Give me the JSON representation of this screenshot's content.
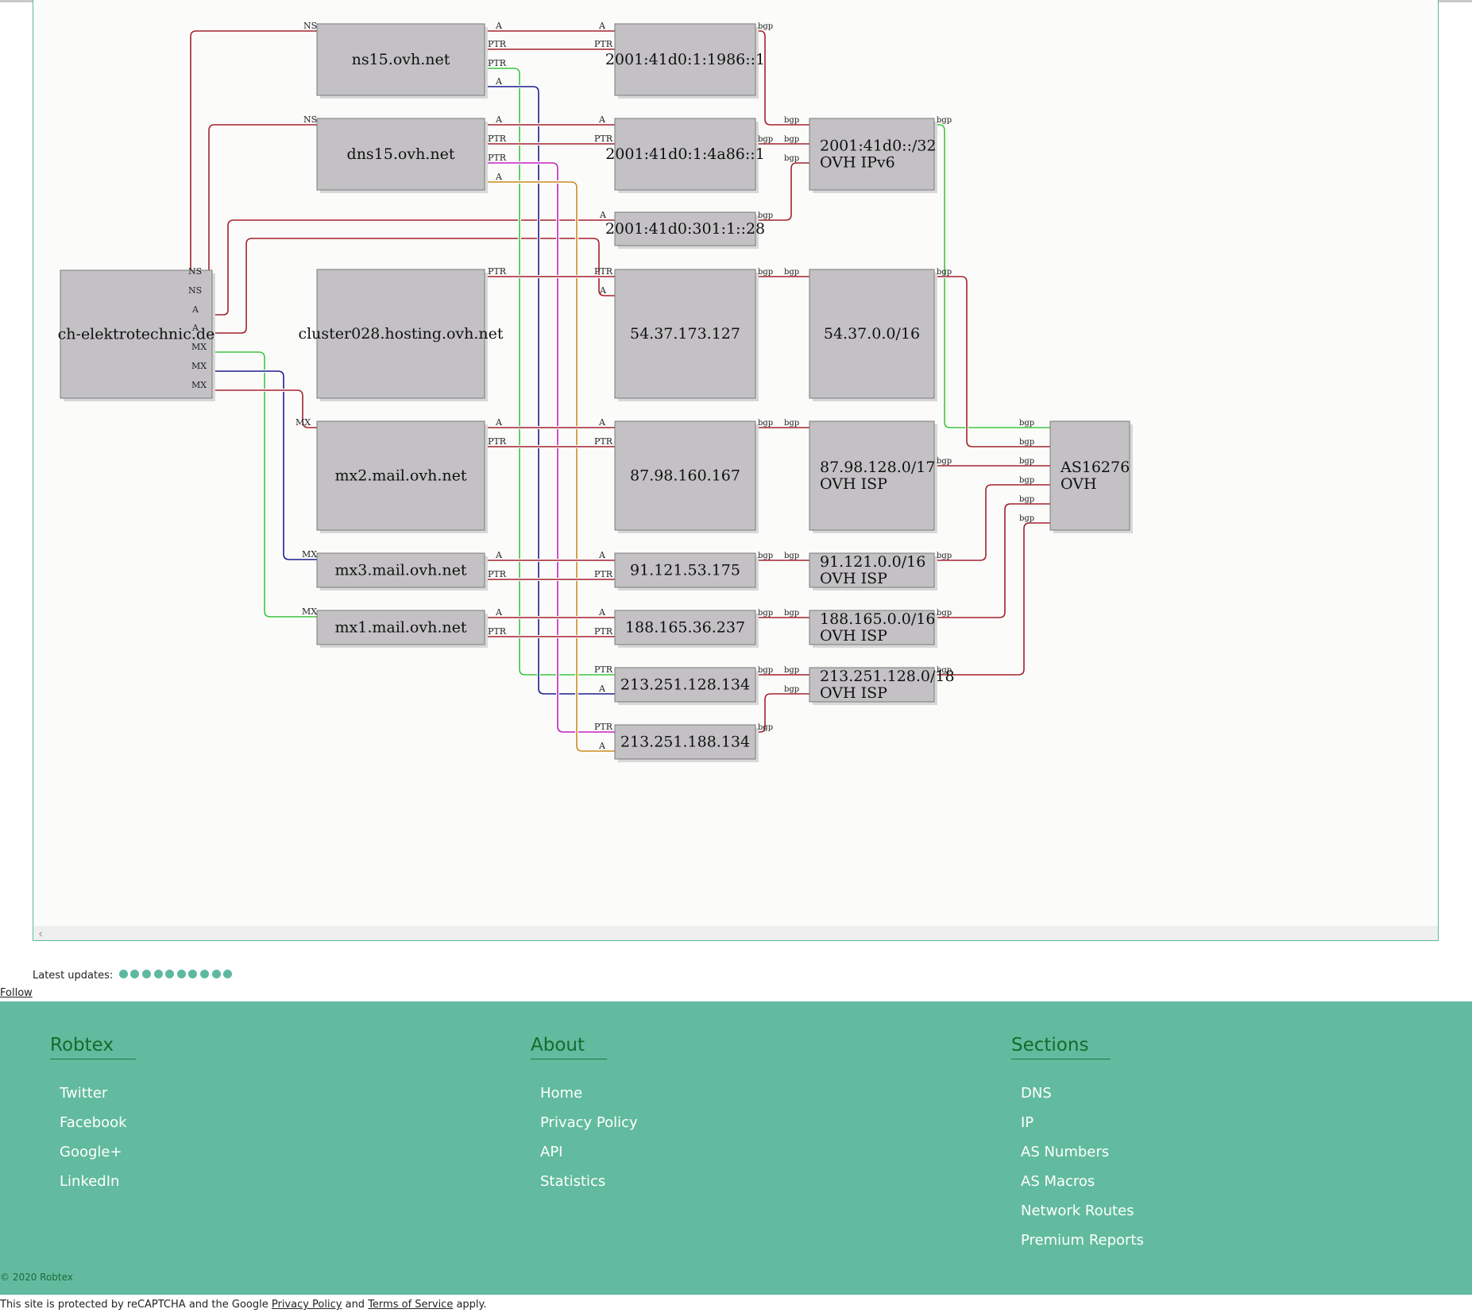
{
  "graph": {
    "nodes": [
      {
        "id": "ns15",
        "label": [
          "ns15.ovh.net"
        ]
      },
      {
        "id": "dns15",
        "label": [
          "dns15.ovh.net"
        ]
      },
      {
        "id": "cluster",
        "label": [
          "cluster028.hosting.ovh.net"
        ]
      },
      {
        "id": "mx2",
        "label": [
          "mx2.mail.ovh.net"
        ]
      },
      {
        "id": "mx3",
        "label": [
          "mx3.mail.ovh.net"
        ]
      },
      {
        "id": "mx1",
        "label": [
          "mx1.mail.ovh.net"
        ]
      },
      {
        "id": "domain",
        "label": [
          "ch-elektrotechnic.de"
        ]
      },
      {
        "id": "ip6a",
        "label": [
          "2001:41d0:1:1986::1"
        ]
      },
      {
        "id": "ip6b",
        "label": [
          "2001:41d0:1:4a86::1"
        ]
      },
      {
        "id": "ip6c",
        "label": [
          "2001:41d0:301:1::28"
        ]
      },
      {
        "id": "ip54",
        "label": [
          "54.37.173.127"
        ]
      },
      {
        "id": "ip87",
        "label": [
          "87.98.160.167"
        ]
      },
      {
        "id": "ip91",
        "label": [
          "91.121.53.175"
        ]
      },
      {
        "id": "ip188",
        "label": [
          "188.165.36.237"
        ]
      },
      {
        "id": "ip213a",
        "label": [
          "213.251.128.134"
        ]
      },
      {
        "id": "ip213b",
        "label": [
          "213.251.188.134"
        ]
      },
      {
        "id": "net6",
        "label": [
          "2001:41d0::/32",
          "OVH IPv6"
        ]
      },
      {
        "id": "net54",
        "label": [
          "54.37.0.0/16"
        ]
      },
      {
        "id": "net87",
        "label": [
          "87.98.128.0/17",
          "OVH ISP"
        ]
      },
      {
        "id": "net91",
        "label": [
          "91.121.0.0/16",
          "OVH ISP"
        ]
      },
      {
        "id": "net188",
        "label": [
          "188.165.0.0/16",
          "OVH ISP"
        ]
      },
      {
        "id": "net213",
        "label": [
          "213.251.128.0/18",
          "OVH ISP"
        ]
      },
      {
        "id": "as",
        "label": [
          "AS16276",
          "OVH"
        ]
      }
    ],
    "edges": [
      {
        "id": "e-ns1",
        "color": "#a0202a"
      },
      {
        "id": "e-ns2",
        "color": "#a0202a"
      },
      {
        "id": "e-a1",
        "color": "#a0202a"
      },
      {
        "id": "e-a2",
        "color": "#a0202a"
      },
      {
        "id": "e-mx-green",
        "color": "#3cc43c"
      },
      {
        "id": "e-mx-blue",
        "color": "#1c1c8c"
      },
      {
        "id": "e-mx-red",
        "color": "#a0202a"
      },
      {
        "id": "e-ns15-a",
        "color": "#a0202a"
      },
      {
        "id": "e-ns15-ptr",
        "color": "#a0202a"
      },
      {
        "id": "e-ns15-ptr-green",
        "color": "#3cc43c"
      },
      {
        "id": "e-ns15-a-blue",
        "color": "#1c1c8c"
      },
      {
        "id": "e-dns15-a",
        "color": "#a0202a"
      },
      {
        "id": "e-dns15-ptr",
        "color": "#a0202a"
      },
      {
        "id": "e-dns15-ptr-magenta",
        "color": "#c020c0"
      },
      {
        "id": "e-dns15-a-orange",
        "color": "#cc8a1c"
      },
      {
        "id": "e-cluster-ptr",
        "color": "#a0202a"
      },
      {
        "id": "e-mx2-a",
        "color": "#a0202a"
      },
      {
        "id": "e-mx2-ptr",
        "color": "#a0202a"
      },
      {
        "id": "e-mx3-a",
        "color": "#a0202a"
      },
      {
        "id": "e-mx3-ptr",
        "color": "#a0202a"
      },
      {
        "id": "e-mx1-a",
        "color": "#a0202a"
      },
      {
        "id": "e-mx1-ptr",
        "color": "#a0202a"
      },
      {
        "id": "e-bgp-ip6a",
        "color": "#a0202a"
      },
      {
        "id": "e-bgp-ip6b",
        "color": "#a0202a"
      },
      {
        "id": "e-bgp-ip6c",
        "color": "#a0202a"
      },
      {
        "id": "e-bgp-ip54",
        "color": "#a0202a"
      },
      {
        "id": "e-bgp-ip87",
        "color": "#a0202a"
      },
      {
        "id": "e-bgp-ip91",
        "color": "#a0202a"
      },
      {
        "id": "e-bgp-ip188",
        "color": "#a0202a"
      },
      {
        "id": "e-bgp-ip213a",
        "color": "#a0202a"
      },
      {
        "id": "e-bgp-ip213b",
        "color": "#a0202a"
      },
      {
        "id": "e-as-net6",
        "color": "#3cc43c"
      },
      {
        "id": "e-as-net54",
        "color": "#a0202a"
      },
      {
        "id": "e-as-net87",
        "color": "#a0202a"
      },
      {
        "id": "e-as-net91",
        "color": "#a0202a"
      },
      {
        "id": "e-as-net188",
        "color": "#a0202a"
      },
      {
        "id": "e-as-net213",
        "color": "#a0202a"
      }
    ],
    "labels": {
      "ns": "NS",
      "a": "A",
      "ptr": "PTR",
      "mx": "MX",
      "bgp": "bgp"
    },
    "colors": {
      "node_fill": "#c3c1c4",
      "node_stroke": "#7a7a7a",
      "shadow": "#d8d8d8",
      "red": "#a0202a",
      "green": "#3cc43c",
      "blue": "#1c1c8c",
      "magenta": "#c020c0",
      "orange": "#cc8a1c"
    }
  },
  "updates": {
    "label": "Latest updates:",
    "dot_count": 10
  },
  "follow": "Follow",
  "footer": {
    "columns": [
      {
        "title": "Robtex",
        "links": [
          "Twitter",
          "Facebook",
          "Google+",
          "LinkedIn"
        ]
      },
      {
        "title": "About",
        "links": [
          "Home",
          "Privacy Policy",
          "API",
          "Statistics"
        ]
      },
      {
        "title": "Sections",
        "links": [
          "DNS",
          "IP",
          "AS Numbers",
          "AS Macros",
          "Network Routes",
          "Premium Reports"
        ]
      }
    ],
    "copyright": "© 2020 Robtex",
    "recaptcha": {
      "before": "This site is protected by reCAPTCHA and the Google ",
      "privacy": "Privacy Policy",
      "and": " and ",
      "terms": "Terms of Service",
      "after": " apply."
    },
    "accent": "#62bb9e"
  }
}
